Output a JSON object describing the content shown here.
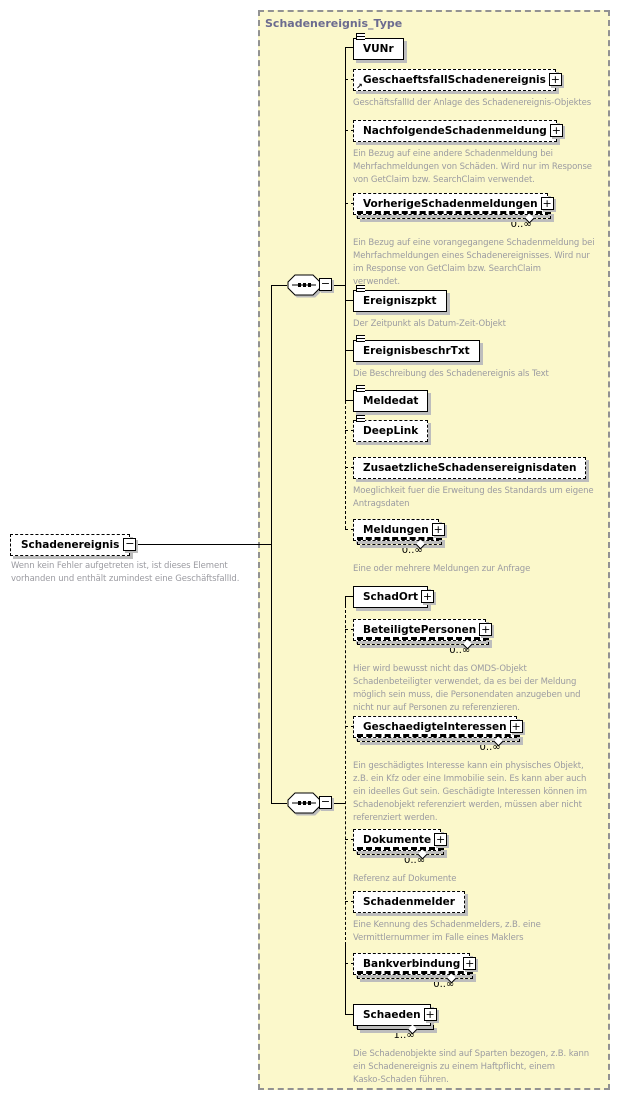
{
  "diagram": {
    "header": "Schadenereignis_Type",
    "root": {
      "name": "Schadenereignis",
      "annotation": "Wenn kein Fehler aufgetreten ist, ist dieses Element\nvorhanden und enthält zumindest eine GeschäftsfallId."
    },
    "groups": [
      {
        "kind": "sequence",
        "children": [
          {
            "name": "VUNr"
          },
          {
            "name": "GeschaeftsfallSchadenereignis",
            "annotation": "GeschäftsfallId der Anlage des Schadenereignis-Objektes"
          },
          {
            "name": "NachfolgendeSchadenmeldung",
            "annotation": "Ein Bezug auf eine andere Schadenmeldung bei\nMehrfachmeldungen von Schäden. Wird nur im Response\nvon GetClaim bzw. SearchClaim verwendet."
          },
          {
            "name": "VorherigeSchadenmeldungen",
            "cardinality": "0..∞",
            "annotation": "Ein Bezug auf eine vorangegangene Schadenmeldung bei\nMehrfachmeldungen eines Schadenereignisses. Wird nur\nim Response von GetClaim bzw. SearchClaim\nverwendet."
          },
          {
            "name": "Ereigniszpkt",
            "annotation": "Der Zeitpunkt als Datum-Zeit-Objekt"
          },
          {
            "name": "EreignisbeschrTxt",
            "annotation": "Die Beschreibung des Schadenereignis als Text"
          },
          {
            "name": "Meldedat"
          },
          {
            "name": "DeepLink"
          },
          {
            "name": "ZusaetzlicheSchadensereignisdaten",
            "annotation": "Moeglichkeit fuer die Erweitung des Standards um eigene\nAntragsdaten"
          },
          {
            "name": "Meldungen",
            "cardinality": "0..∞",
            "annotation": "Eine oder mehrere Meldungen zur Anfrage"
          }
        ]
      },
      {
        "kind": "sequence",
        "children": [
          {
            "name": "SchadOrt"
          },
          {
            "name": "BeteiligtePersonen",
            "cardinality": "0..∞",
            "annotation": "Hier wird bewusst nicht das OMDS-Objekt\nSchadenbeteiligter verwendet, da es bei der Meldung\nmöglich sein muss, die Personendaten anzugeben und\nnicht nur auf Personen zu referenzieren."
          },
          {
            "name": "GeschaedigteInteressen",
            "cardinality": "0..∞",
            "annotation": "Ein geschädigtes Interesse kann ein physisches Objekt,\nz.B. ein Kfz oder eine Immobilie sein. Es kann aber auch\nein ideelles Gut sein. Geschädigte Interessen können im\nSchadenobjekt referenziert werden, müssen aber nicht\nreferenziert werden."
          },
          {
            "name": "Dokumente",
            "cardinality": "0..∞",
            "annotation": "Referenz auf Dokumente"
          },
          {
            "name": "Schadenmelder",
            "annotation": "Eine Kennung des Schadenmelders, z.B. eine\nVermittlernummer im Falle eines Maklers"
          },
          {
            "name": "Bankverbindung",
            "cardinality": "0..∞"
          },
          {
            "name": "Schaeden",
            "cardinality": "1..∞",
            "annotation": "Die Schadenobjekte sind auf Sparten bezogen, z.B. kann\nein Schadenereignis zu einem Haftpflicht, einem\nKasko-Schaden führen."
          }
        ]
      }
    ]
  }
}
